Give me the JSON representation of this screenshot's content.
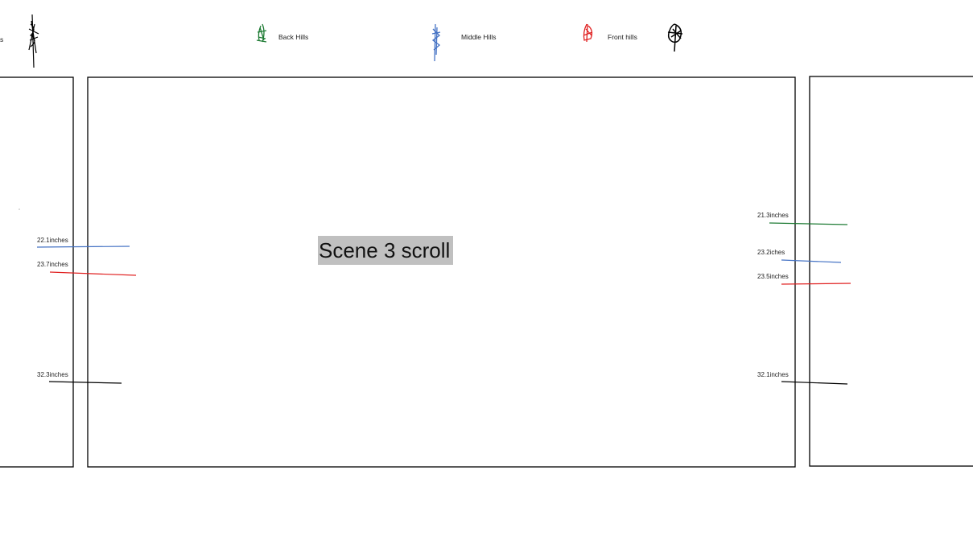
{
  "title": "Scene 3 scroll",
  "legend": {
    "edge_fragment": "s",
    "items": [
      {
        "label": "Back Hills",
        "color": "#1e7b34"
      },
      {
        "label": "Middle Hills",
        "color": "#4472c4"
      },
      {
        "label": "Front hills",
        "color": "#e02020"
      }
    ],
    "extra_scribble_color": "#000000"
  },
  "left_panel": {
    "measurements": [
      {
        "label": "22.1inches",
        "color": "#4472c4"
      },
      {
        "label": "23.7inches",
        "color": "#e02020"
      },
      {
        "label": "32.3inches",
        "color": "#000000"
      }
    ]
  },
  "right_panel": {
    "measurements": [
      {
        "label": "21.3inches",
        "color": "#1e7b34"
      },
      {
        "label": "23.2iches",
        "color": "#4472c4"
      },
      {
        "label": "23.5inches",
        "color": "#e02020"
      },
      {
        "label": "32.1inches",
        "color": "#000000"
      }
    ]
  }
}
